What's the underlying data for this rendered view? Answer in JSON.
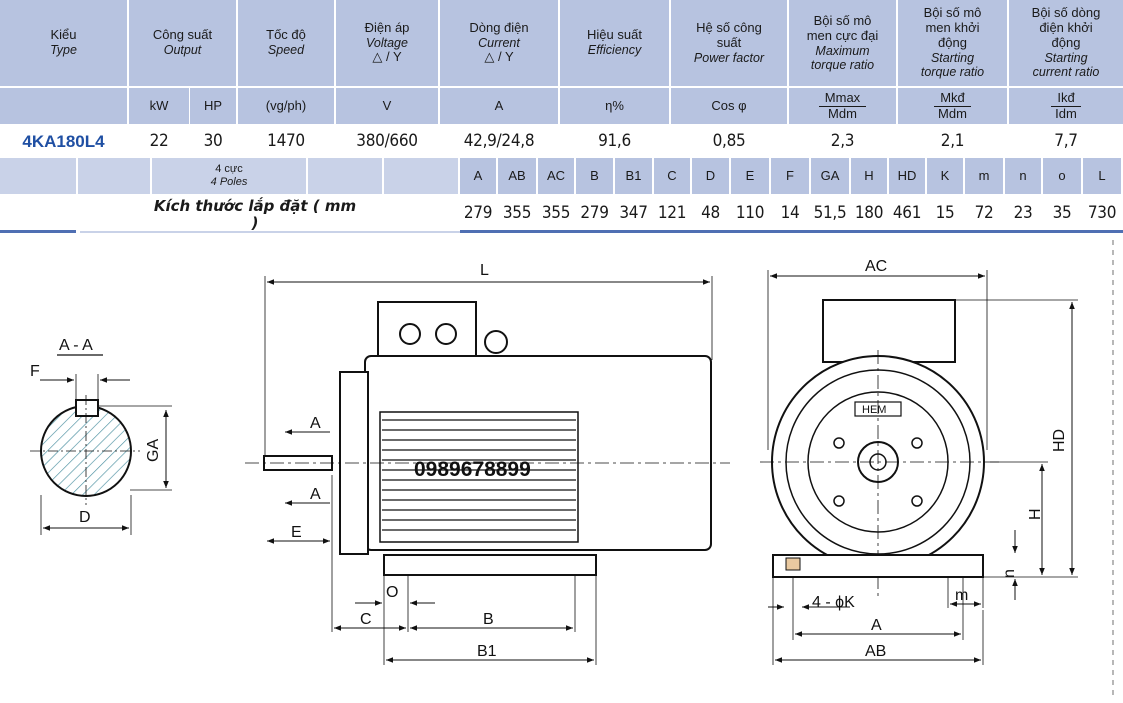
{
  "header": {
    "type": {
      "vi": "Kiểu",
      "en": "Type"
    },
    "output": {
      "vi": "Công suất",
      "en": "Output"
    },
    "speed": {
      "vi": "Tốc độ",
      "en": "Speed"
    },
    "voltage": {
      "vi": "Điện áp",
      "en": "Voltage",
      "sub": "△ / Y"
    },
    "current": {
      "vi": "Dòng điện",
      "en": "Current",
      "sub": "△ / Y"
    },
    "efficiency": {
      "vi": "Hiệu suất",
      "en": "Efficiency"
    },
    "power_factor": {
      "vi1": "Hệ số công",
      "vi2": "suất",
      "en": "Power factor"
    },
    "max_torque": {
      "vi1": "Bội số mô",
      "vi2": "men cực đại",
      "en1": "Maximum",
      "en2": "torque ratio"
    },
    "start_torque": {
      "vi1": "Bội số mô",
      "vi2": "men khởi",
      "vi3": "động",
      "en1": "Starting",
      "en2": "torque ratio"
    },
    "start_current": {
      "vi1": "Bội số dòng",
      "vi2": "điện khởi",
      "vi3": "động",
      "en1": "Starting",
      "en2": "current ratio"
    }
  },
  "units": {
    "kw": "kW",
    "hp": "HP",
    "speed": "(vg/ph)",
    "voltage": "V",
    "current": "A",
    "efficiency": "η%",
    "pf": "Cos φ",
    "mmax_top": "Mmax",
    "mmax_bot": "Mdm",
    "mkd_top": "Mkđ",
    "mkd_bot": "Mdm",
    "ikd_top": "Ikđ",
    "ikd_bot": "Idm"
  },
  "motor": {
    "model": "4KA180L4",
    "kw": "22",
    "hp": "30",
    "speed": "1470",
    "voltage": "380/660",
    "current": "42,9/24,8",
    "efficiency": "91,6",
    "pf": "0,85",
    "mmax": "2,3",
    "mkd": "2,1",
    "ikd": "7,7"
  },
  "poles": {
    "vi": "4 cực",
    "en": "4 Poles"
  },
  "dimensions": {
    "caption": "Kích thước lắp đặt ( mm )",
    "labels": [
      "A",
      "AB",
      "AC",
      "B",
      "B1",
      "C",
      "D",
      "E",
      "F",
      "GA",
      "H",
      "HD",
      "K",
      "m",
      "n",
      "o",
      "L"
    ],
    "values": [
      "279",
      "355",
      "355",
      "279",
      "347",
      "121",
      "48",
      "110",
      "14",
      "51,5",
      "180",
      "461",
      "15",
      "72",
      "23",
      "35",
      "730"
    ]
  },
  "drawing": {
    "section_label": "A - A",
    "shaft_labels": {
      "F": "F",
      "GA": "GA",
      "D": "D"
    },
    "side_labels": {
      "L": "L",
      "A1": "A",
      "A2": "A",
      "E": "E",
      "C": "C",
      "O": "O",
      "B": "B",
      "B1": "B1"
    },
    "front_labels": {
      "AC": "AC",
      "HD": "HD",
      "H": "H",
      "n": "n",
      "m": "m",
      "K": "4 - ϕK",
      "A": "A",
      "AB": "AB"
    },
    "nameplate": "HEM",
    "watermark": "0989678899"
  },
  "colors": {
    "header_bg": "#b7c3e0",
    "model": "#1f4fa3",
    "rule": "#4f6fb3"
  }
}
